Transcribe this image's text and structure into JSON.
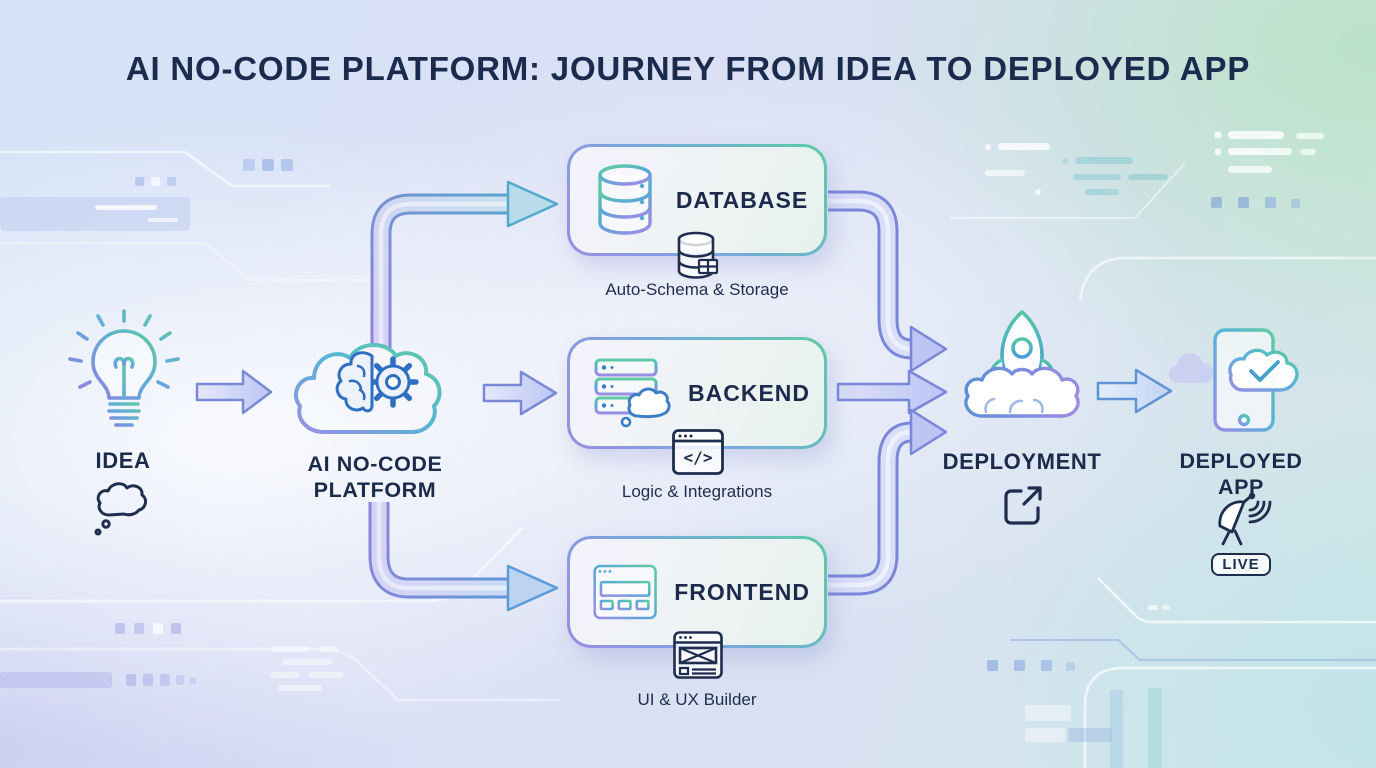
{
  "title": "AI NO-CODE PLATFORM: JOURNEY FROM IDEA TO DEPLOYED APP",
  "colors": {
    "title_text": "#1b2b4d",
    "label_text": "#1e2d4e",
    "accent_teal": "#5ecba4",
    "accent_purple": "#9b8ce4",
    "accent_blue": "#4a90d4",
    "arrow_stroke": "#7a89d6"
  },
  "nodes": {
    "idea": {
      "label": "IDEA",
      "icon": "lightbulb-icon",
      "sub_icon": "thought-cloud-icon"
    },
    "platform": {
      "label_line1": "AI NO-CODE",
      "label_line2": "PLATFORM",
      "icon": "cloud-brain-gear-icon"
    },
    "database": {
      "label": "DATABASE",
      "sublabel": "Auto-Schema & Storage",
      "icon": "database-cylinder-icon",
      "sub_icon": "database-mini-icon"
    },
    "backend": {
      "label": "BACKEND",
      "sublabel": "Logic & Integrations",
      "icon": "server-cloud-icon",
      "sub_icon": "code-window-icon",
      "code_glyph": "</>"
    },
    "frontend": {
      "label": "FRONTEND",
      "sublabel": "UI & UX Builder",
      "icon": "browser-wireframe-icon",
      "sub_icon": "layout-window-icon"
    },
    "deployment": {
      "label": "DEPLOYMENT",
      "icon": "rocket-launch-icon",
      "sub_icon": "external-link-icon"
    },
    "deployed_app": {
      "label_line1": "DEPLOYED",
      "label_line2": "APP",
      "badge": "LIVE",
      "icon": "phone-cloud-check-icon",
      "sub_icon": "satellite-dish-icon"
    }
  }
}
